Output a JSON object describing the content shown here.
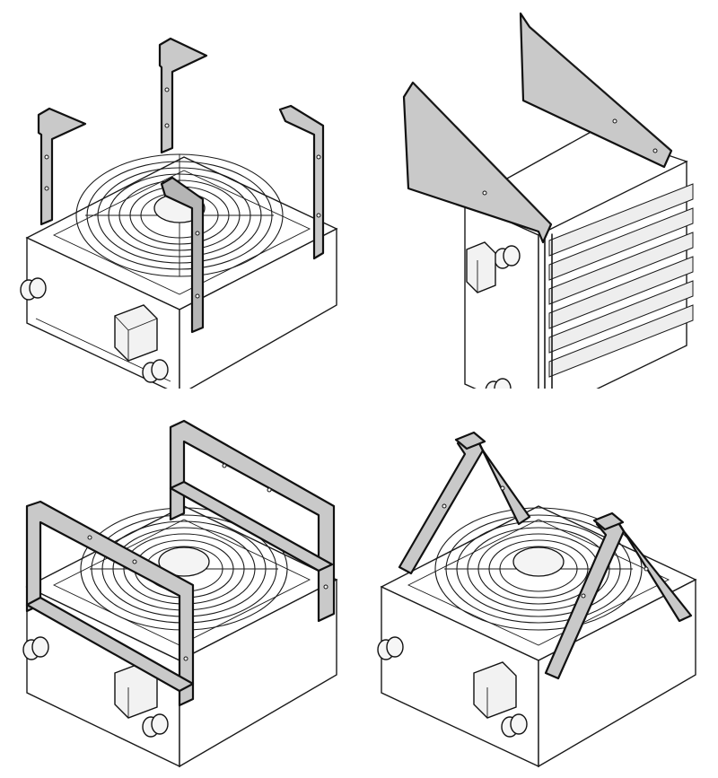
{
  "figures": [
    {
      "id": "ceiling-mount-vertical-brackets"
    },
    {
      "id": "wall-mount-triangular-brackets"
    },
    {
      "id": "ceiling-mount-frame-brackets"
    },
    {
      "id": "ceiling-mount-angled-brackets"
    }
  ],
  "colors": {
    "bracket_fill": "#c9c9c9",
    "outline": "#1a1a1a",
    "background": "#ffffff"
  }
}
